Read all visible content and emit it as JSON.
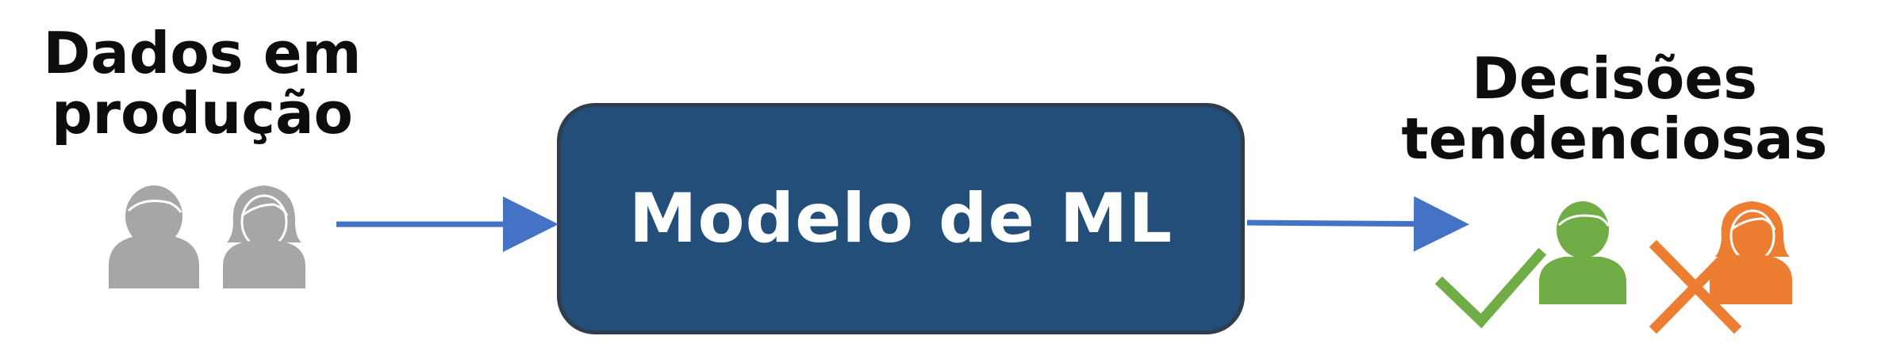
{
  "input_label": {
    "line1": "Dados em",
    "line2": "produção"
  },
  "model": {
    "title": "Modelo de ML",
    "fill_color": "#224e79"
  },
  "output_label": {
    "line1": "Decisões",
    "line2": "tendenciosas"
  },
  "icons": {
    "input_people": [
      "male-user-icon",
      "female-user-icon"
    ],
    "accepted": "check-icon",
    "rejected": "cross-icon"
  },
  "colors": {
    "arrow": "#4472c4",
    "person_gray": "#a6a6a6",
    "accepted_green": "#70ad47",
    "rejected_orange": "#ed7d31",
    "text": "#0d0d0d"
  }
}
